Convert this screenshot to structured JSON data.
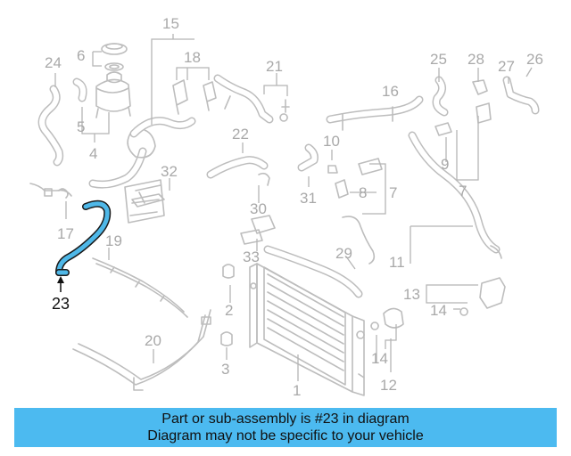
{
  "callouts": {
    "c1": "1",
    "c2": "2",
    "c3": "3",
    "c4": "4",
    "c5": "5",
    "c6": "6",
    "c7a": "7",
    "c7b": "7",
    "c8": "8",
    "c9": "9",
    "c10": "10",
    "c11": "11",
    "c12": "12",
    "c13": "13",
    "c14a": "14",
    "c14b": "14",
    "c15": "15",
    "c16": "16",
    "c17": "17",
    "c18": "18",
    "c19": "19",
    "c20": "20",
    "c21": "21",
    "c22": "22",
    "c23": "23",
    "c24": "24",
    "c25": "25",
    "c26": "26",
    "c27": "27",
    "c28": "28",
    "c29": "29",
    "c30": "30",
    "c31": "31",
    "c32": "32",
    "c33": "33"
  },
  "highlight": {
    "part_number": "23",
    "color": "#4fb8e8"
  },
  "banner": {
    "line1": "Part or sub-assembly is #23 in diagram",
    "line2": "Diagram may not be specific to your vehicle",
    "color": "#4cbaf0"
  }
}
